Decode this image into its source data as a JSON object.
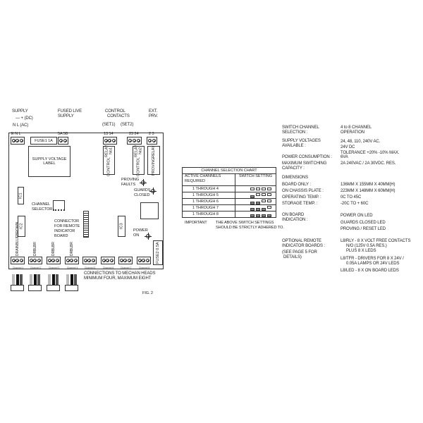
{
  "board": {
    "supply_label": "SUPPLY",
    "dc_label": "— + (DC)",
    "ac_label": "N L (AC)",
    "fused_live": [
      "FUSED LIVE",
      "SUPPLY"
    ],
    "control_contacts": [
      "CONTROL",
      "CONTACTS"
    ],
    "set1": "(SET1)",
    "set2": "(SET2)",
    "ext_prv": [
      "EXT.",
      "PRV."
    ],
    "enl": "E  N  L",
    "fuse1": "FUSE1  1A",
    "t5a5b": "5A 5B",
    "t1314": "13  14",
    "t2324": "23  24",
    "t23": "2  3",
    "supply_voltage_label": [
      "SUPPLY VOLTAGE",
      "LABEL"
    ],
    "relay1": [
      "CONTROL",
      "RELAY No1"
    ],
    "relay2": [
      "CONTROL",
      "RELAY No2"
    ],
    "proving_relay": [
      "PROVING",
      "RELAY"
    ],
    "proving_faults": [
      "PROVING",
      "FAULTS"
    ],
    "guards_closed": [
      "GUARDS",
      "CLOSED"
    ],
    "ic1": "IC1",
    "ic2": "IC2",
    "ic3": "IC3",
    "channel_selector": [
      "CHANNEL",
      "SELECTOR"
    ],
    "connector_remote": [
      "CONNECTOR",
      "FOR REMOTE",
      "INDICATOR",
      "BOARD"
    ],
    "power_on": [
      "POWER",
      "ON"
    ],
    "fuse2": "FUSE2 0.5A",
    "wire_ch1": [
      "BROWN",
      "BLUE",
      "DRAIN"
    ],
    "wire_other": [
      "BR",
      "BL",
      "DR"
    ],
    "channels": [
      "Channel 1",
      "Channel 2",
      "Channel 3",
      "Channel 4",
      "Channel 5",
      "Channel 6",
      "Channel 7",
      "Channel 8"
    ],
    "connections_note": [
      "CONNECTIONS TO MECHAN HEADS",
      "MINIMUM FOUR, MAXIMUM EIGHT"
    ],
    "fig": "FIG. 2"
  },
  "chart": {
    "title": "CHANNEL SELECTION CHART",
    "col1": [
      "ACTIVE CHANNELS",
      "REQUIRED"
    ],
    "col2": "SWITCH SETTING",
    "rows": [
      {
        "label": "1 THROUGH 4",
        "switches_down": 0
      },
      {
        "label": "1 THROUGH 5",
        "switches_down": 1
      },
      {
        "label": "1 THROUGH 6",
        "switches_down": 2
      },
      {
        "label": "1 THROUGH 7",
        "switches_down": 3
      },
      {
        "label": "1 THROUGH 8",
        "switches_down": 4
      }
    ],
    "important": "IMPORTANT",
    "note": [
      "THE ABOVE SWITCH SETTINGS",
      "SHOULD BE STRICTLY ADHERED TO."
    ]
  },
  "specs": {
    "switch_channel": [
      "SWITCH CHANNEL",
      "SELECTION :"
    ],
    "switch_channel_val": [
      "4 to 8 CHANNEL",
      "OPERATION"
    ],
    "supply_voltages": [
      "SUPPLY VOLTAGES",
      "AVAILABLE :"
    ],
    "supply_voltages_val": [
      "24, 48, 110, 240V AC.",
      "24V DC",
      "TOLERANCE    +20%   -10% MAX."
    ],
    "power": "POWER CONSUMPTION :",
    "power_val": "6VA",
    "max_switching": [
      "MAXIMUM SWITCHING",
      "CAPACITY :"
    ],
    "max_switching_val": "2A 240VAC / 2A 30VDC. RES.",
    "dimensions": "DIMENSIONS",
    "board_only": "BOARD ONLY :",
    "board_only_val": "136MM X 155MM X 40MM(H)",
    "chassis": "ON CHASSIS PLATE :",
    "chassis_val": "223MM X 148MM X 60MM(H)",
    "op_temp": "OPERATING TEMP. :",
    "op_temp_val": "0C TO 45C",
    "st_temp": "STORAGE TEMP. :",
    "st_temp_val": "-20C TO + 60C",
    "on_board": [
      "ON BOARD",
      "INDICATION :"
    ],
    "on_board_val": [
      "POWER ON LED",
      "GUARDS CLOSED LED",
      "PROVING / RESET LED"
    ],
    "optional": [
      "OPTIONAL REMOTE",
      "INDICATOR BOARDS :"
    ],
    "see_page": [
      "(SEE PAGE 5 FOR",
      "DETAILS)"
    ],
    "l8rly": [
      "L8/RLY - 8 X VOLT FREE CONTACTS",
      "N/O (125V 0.5A RES.)",
      "PLUS 8 X LEDS"
    ],
    "l8tfr": [
      "L8/TFR - DRIVERS FOR 8 X 24V /",
      "0.05A LAMPS OR 24V LEDS"
    ],
    "l8led": "L8/LED - 8 X ON BOARD LEDS"
  }
}
